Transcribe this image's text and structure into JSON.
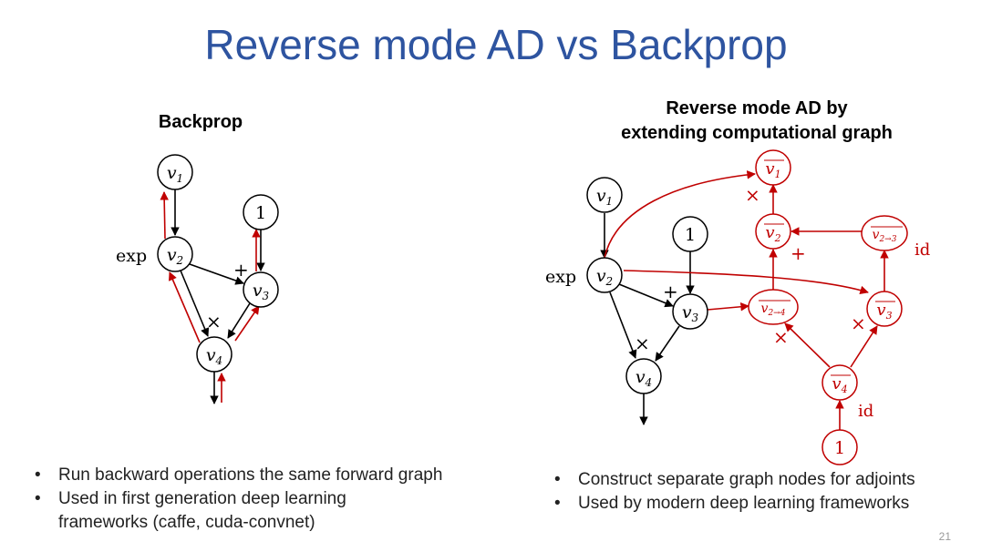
{
  "title": "Reverse mode AD vs Backprop",
  "left": {
    "heading": "Backprop",
    "nodes": {
      "v1": "v",
      "v2": "v",
      "v3": "v",
      "v4": "v",
      "one": "1"
    },
    "subs": {
      "v1": "1",
      "v2": "2",
      "v3": "3",
      "v4": "4"
    },
    "ops": {
      "exp": "exp",
      "plus": "+",
      "times": "×"
    },
    "bullets": [
      "Run backward operations the same forward graph",
      "Used in first generation deep learning frameworks (caffe, cuda-convnet)"
    ]
  },
  "right": {
    "heading_line1": "Reverse mode AD by",
    "heading_line2": "extending computational graph",
    "nodes": {
      "v1": "v",
      "v2": "v",
      "v3": "v",
      "v4": "v",
      "one": "1"
    },
    "subs": {
      "v1": "1",
      "v2": "2",
      "v3": "3",
      "v4": "4"
    },
    "adjoints": {
      "v1bar": "v",
      "v1bar_sub": "1",
      "v2bar": "v",
      "v2bar_sub": "2",
      "v23bar": "v",
      "v23bar_sub": "2→3",
      "v24bar": "v",
      "v24bar_sub": "2→4",
      "v3bar": "v",
      "v3bar_sub": "3",
      "v4bar": "v",
      "v4bar_sub": "4",
      "one": "1"
    },
    "ops": {
      "exp": "exp",
      "plus_fwd": "+",
      "times_fwd": "×",
      "times_v1": "×",
      "plus_v2": "+",
      "id_v23": "id",
      "times_v24": "×",
      "times_v3": "×",
      "id_v4": "id"
    },
    "bullets": [
      "Construct separate graph nodes for adjoints",
      "Used by modern deep learning frameworks"
    ]
  },
  "page_number": "21",
  "colors": {
    "title": "#2e54a0",
    "adjoint": "#c00000",
    "forward": "#000000"
  }
}
